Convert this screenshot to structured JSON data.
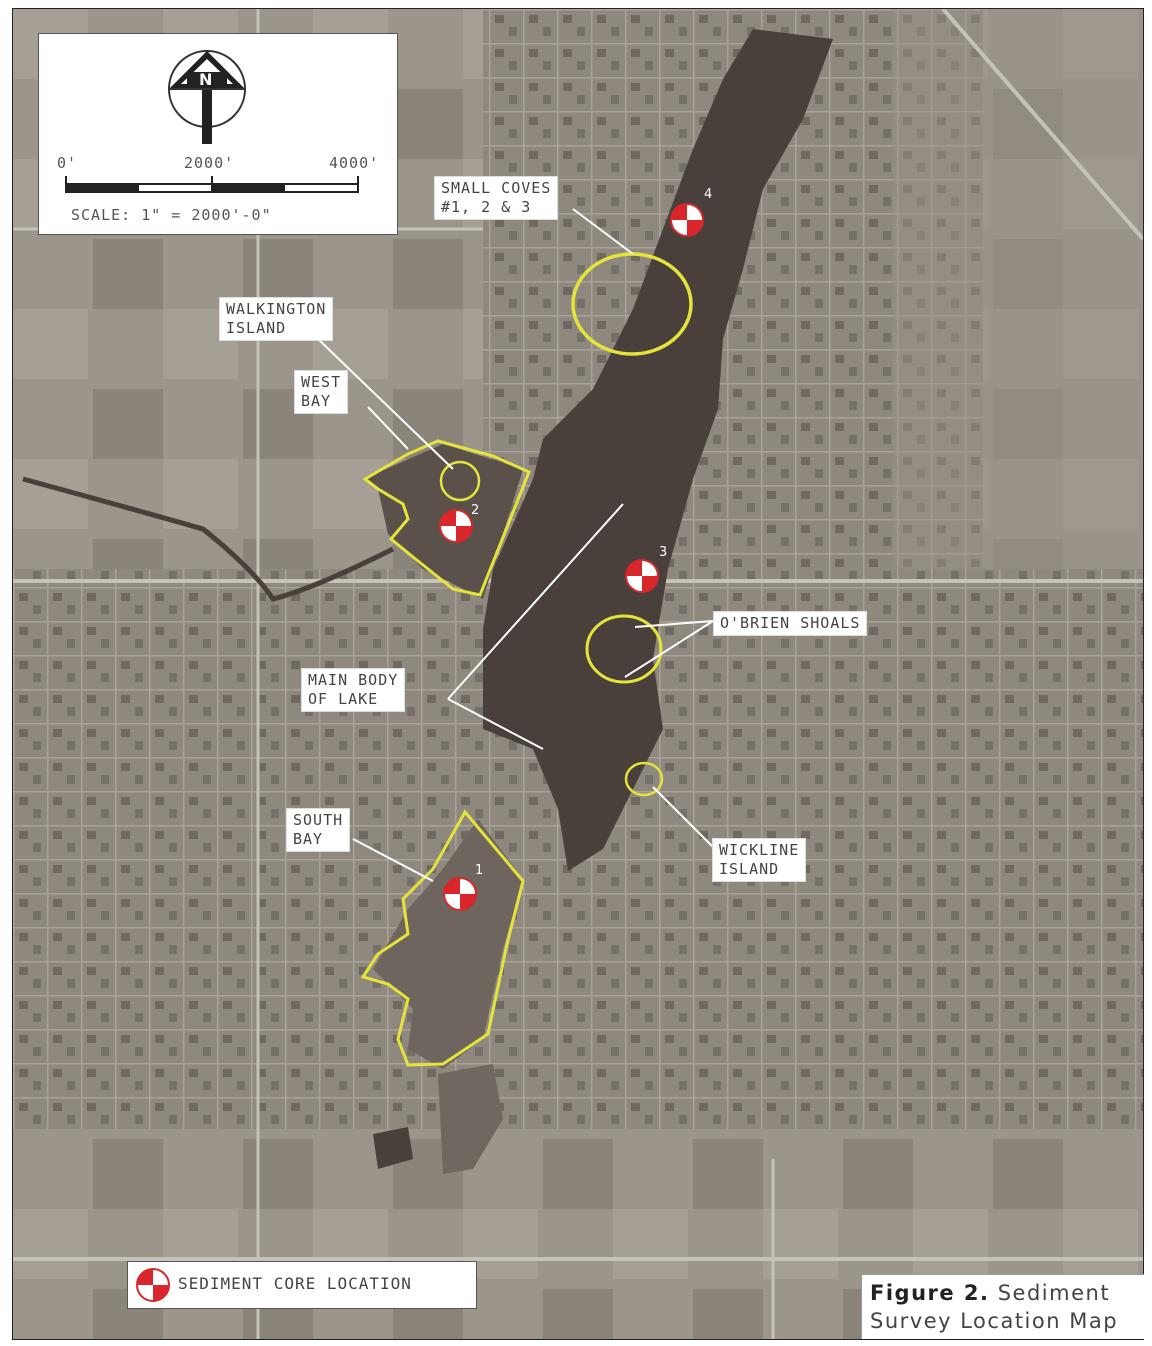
{
  "scale": {
    "tick_left": "0'",
    "tick_mid": "2000'",
    "tick_right": "4000'",
    "caption": "SCALE: 1\" = 2000'-0\"",
    "north_letter": "N",
    "north_icon": "north-arrow-icon"
  },
  "labels": {
    "small_coves": "SMALL COVES\n#1, 2 & 3",
    "walkington": "WALKINGTON\nISLAND",
    "west_bay": "WEST\nBAY",
    "obrien": "O'BRIEN SHOALS",
    "main_body": "MAIN BODY\nOF LAKE",
    "south_bay": "SOUTH\nBAY",
    "wickline": "WICKLINE\nISLAND"
  },
  "markers": [
    {
      "id": "1",
      "label": "1"
    },
    {
      "id": "2",
      "label": "2"
    },
    {
      "id": "3",
      "label": "3"
    },
    {
      "id": "4",
      "label": "4"
    }
  ],
  "legend": {
    "text": "SEDIMENT CORE LOCATION",
    "icon": "sediment-core-icon"
  },
  "figure": {
    "number": "Figure 2.",
    "title_part1": "Sediment",
    "title_part2": "Survey Location Map"
  },
  "colors": {
    "highlight": "#e4e43a",
    "marker_red": "#d8262c",
    "water": "#4a403b",
    "land": "#8d877e"
  }
}
